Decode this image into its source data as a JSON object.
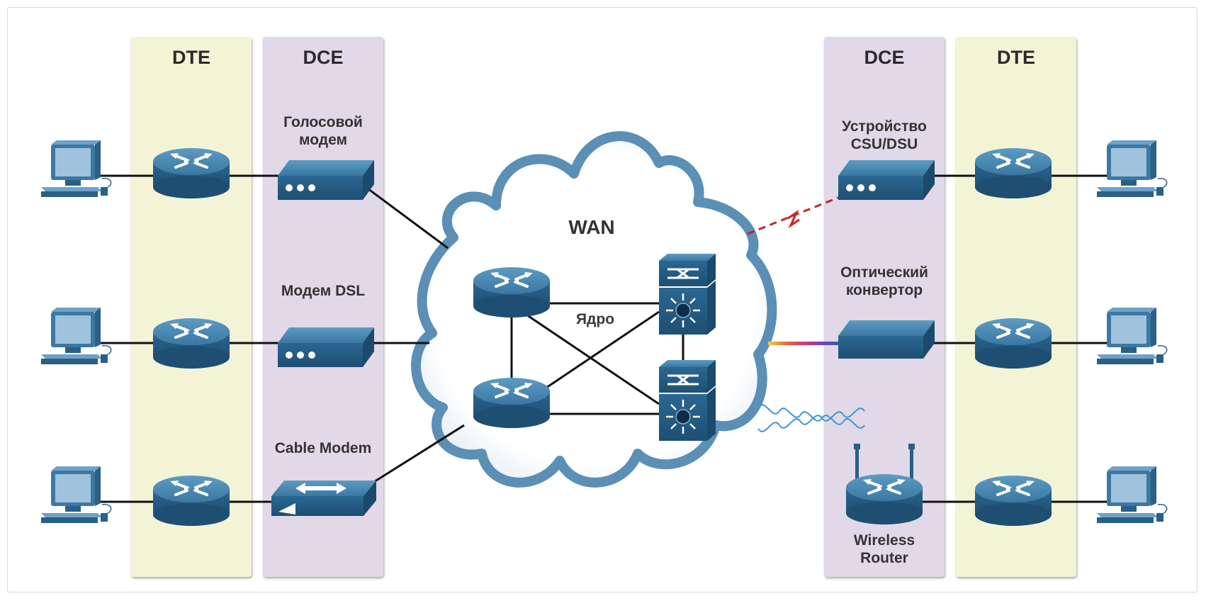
{
  "columns": {
    "left_dte": "DTE",
    "left_dce": "DCE",
    "right_dce": "DCE",
    "right_dte": "DTE"
  },
  "labels": {
    "voice_modem": "Голосовой\nмодем",
    "dsl_modem": "Модем DSL",
    "cable_modem": "Cable Modem",
    "csu_dsu": "Устройство\nCSU/DSU",
    "optical_converter": "Оптический\nконвертор",
    "wireless_router": "Wireless\nRouter",
    "wan": "WAN",
    "core": "Ядро"
  },
  "colors": {
    "dte_band": "#f3f4d6",
    "dce_band": "#e1d9e7",
    "device_blue": "#2f6f96",
    "cloud_edge": "#5b8fb6",
    "serial_link": "#c0272d",
    "wireless_link": "#3f95d6"
  },
  "icons": [
    "pc-icon",
    "router-icon",
    "modem-icon",
    "cable-modem-icon",
    "multilayer-switch-icon",
    "optical-converter-icon",
    "wireless-router-icon",
    "cloud-icon"
  ]
}
